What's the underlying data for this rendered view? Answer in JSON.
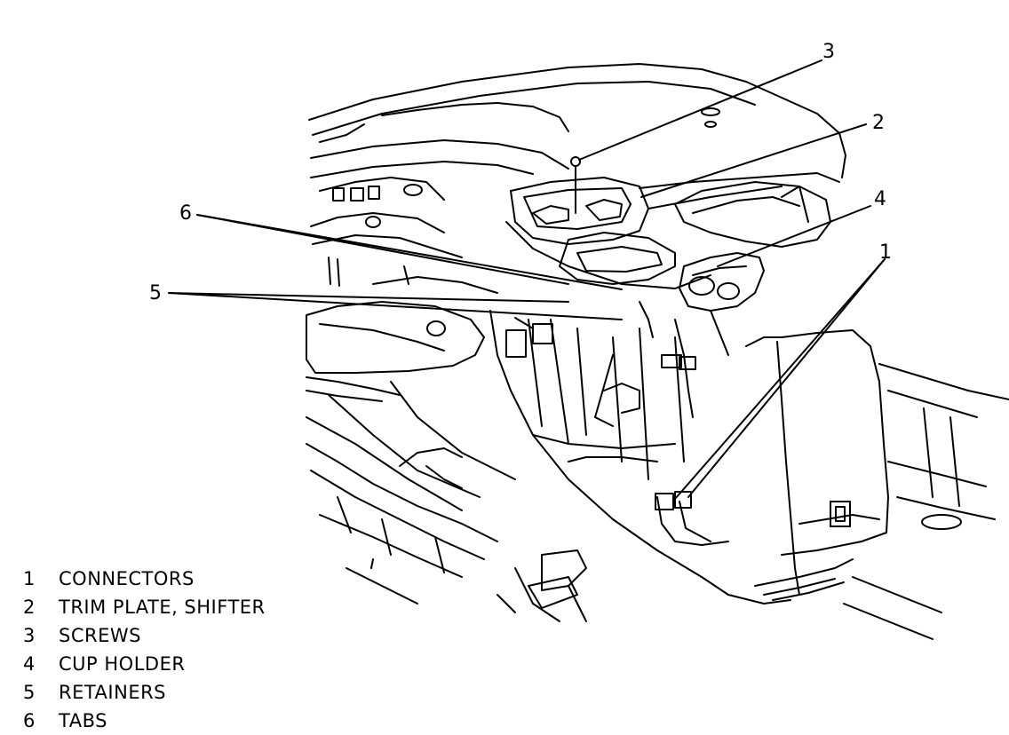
{
  "diagram": {
    "callouts": [
      "3",
      "2",
      "6",
      "4",
      "1",
      "5"
    ],
    "legend": [
      {
        "num": "1",
        "text": "CONNECTORS"
      },
      {
        "num": "2",
        "text": "TRIM PLATE, SHIFTER"
      },
      {
        "num": "3",
        "text": "SCREWS"
      },
      {
        "num": "4",
        "text": "CUP HOLDER"
      },
      {
        "num": "5",
        "text": "RETAINERS"
      },
      {
        "num": "6",
        "text": "TABS"
      }
    ]
  }
}
